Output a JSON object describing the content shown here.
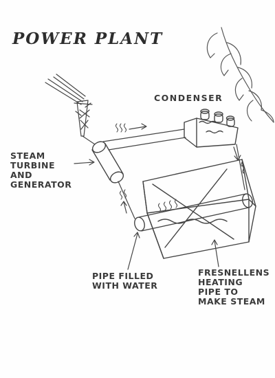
{
  "title": "POWER PLANT",
  "labels": {
    "condenser": "CONDENSER",
    "turbine": [
      "STEAM",
      "TURBINE",
      "AND",
      "GENERATOR"
    ],
    "pipe": [
      "PIPE FILLED",
      "WITH WATER"
    ],
    "fresnel": [
      "FRESNELLENS",
      "HEATING",
      "PIPE TO",
      "MAKE STEAM"
    ]
  },
  "colors": {
    "ink": "#3a3a3a",
    "paper": "#fefefe"
  }
}
